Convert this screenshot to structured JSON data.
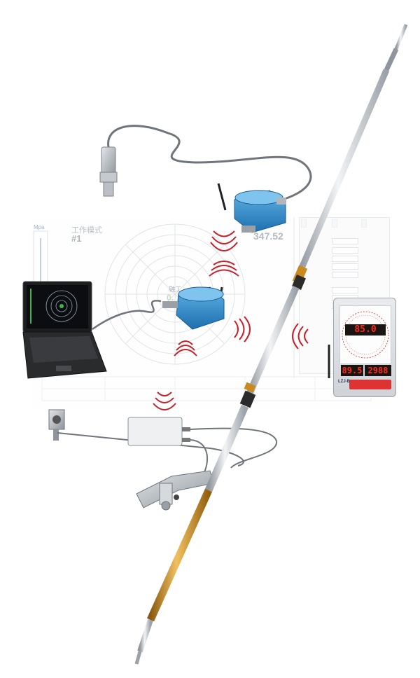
{
  "background_software": {
    "mode_label": "工作模式",
    "mode_value": "#1",
    "axis_label": "Mpa",
    "center_label": "融工",
    "center_value": "0.",
    "reading_value": "347.52",
    "panel_tabs": [
      "",
      "",
      ""
    ],
    "time_ticks": [
      "",
      "",
      "",
      "",
      "",
      "",
      "",
      "",
      ""
    ]
  },
  "display_unit": {
    "top_value": "85.0",
    "bottom_left_value": "89.5",
    "bottom_right_value": "2988",
    "brand": "LZJ-B"
  },
  "junction_box": {
    "label": ""
  },
  "icons": [
    "laptop-icon",
    "wireless-transmitter-icon",
    "pressure-sensor-icon",
    "signal-wave-icon",
    "gauge-display-icon",
    "measuring-rod-icon",
    "clamp-icon"
  ],
  "colors": {
    "transmitter_blue": "#2f8fd1",
    "signal_red": "#c8202a",
    "rod_silver": "#c9ced3",
    "rod_gold": "#c98a1f",
    "led_red": "#ff2a1a"
  }
}
